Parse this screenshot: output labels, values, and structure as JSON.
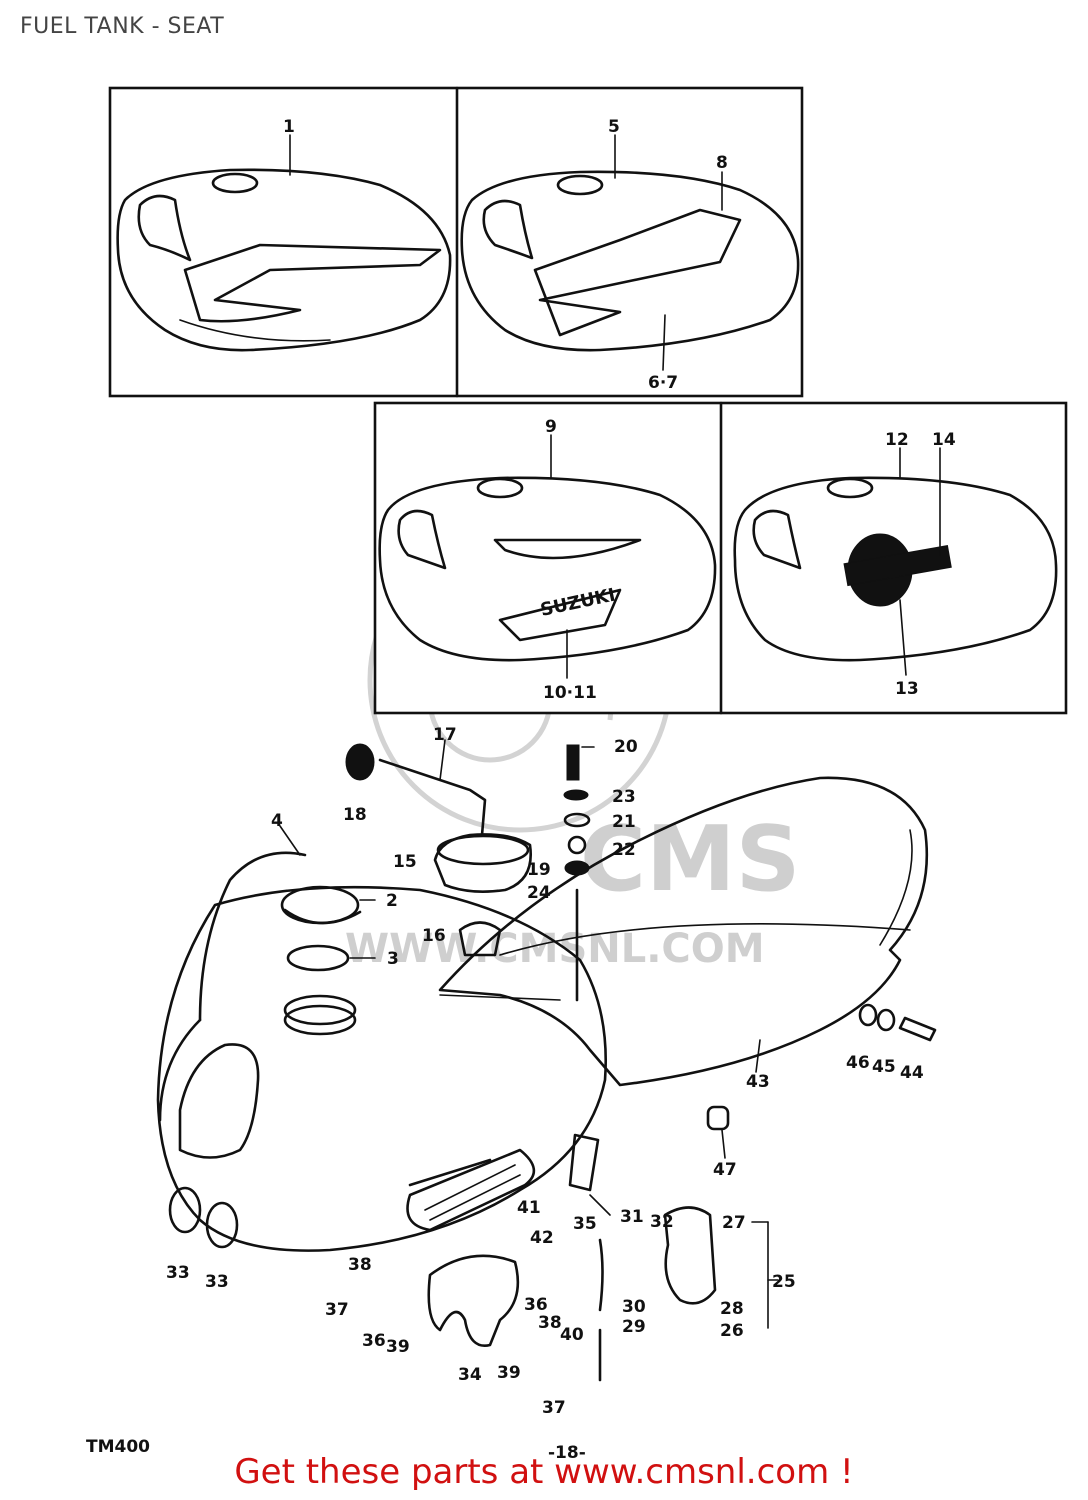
{
  "header": {
    "title": "FUEL TANK - SEAT"
  },
  "watermark": {
    "text": "WWW.CMSNL.COM",
    "brand": "CMS"
  },
  "footer": {
    "model_code": "TM400",
    "page_number": "-18-",
    "promo": "Get these parts at www.cmsnl.com !"
  },
  "callouts": [
    {
      "id": "c1",
      "label": "1"
    },
    {
      "id": "c5",
      "label": "5"
    },
    {
      "id": "c8",
      "label": "8"
    },
    {
      "id": "c67",
      "label": "6·7"
    },
    {
      "id": "c9",
      "label": "9"
    },
    {
      "id": "c1011",
      "label": "10·11"
    },
    {
      "id": "c12",
      "label": "12"
    },
    {
      "id": "c14",
      "label": "14"
    },
    {
      "id": "c13",
      "label": "13"
    },
    {
      "id": "c17",
      "label": "17"
    },
    {
      "id": "c18",
      "label": "18"
    },
    {
      "id": "c20",
      "label": "20"
    },
    {
      "id": "c23",
      "label": "23"
    },
    {
      "id": "c21",
      "label": "21"
    },
    {
      "id": "c22",
      "label": "22"
    },
    {
      "id": "c19",
      "label": "19"
    },
    {
      "id": "c24",
      "label": "24"
    },
    {
      "id": "c4",
      "label": "4"
    },
    {
      "id": "c15",
      "label": "15"
    },
    {
      "id": "c2",
      "label": "2"
    },
    {
      "id": "c16",
      "label": "16"
    },
    {
      "id": "c3",
      "label": "3"
    },
    {
      "id": "c43",
      "label": "43"
    },
    {
      "id": "c46",
      "label": "46"
    },
    {
      "id": "c45",
      "label": "45"
    },
    {
      "id": "c44",
      "label": "44"
    },
    {
      "id": "c47",
      "label": "47"
    },
    {
      "id": "c41",
      "label": "41"
    },
    {
      "id": "c42",
      "label": "42"
    },
    {
      "id": "c35",
      "label": "35"
    },
    {
      "id": "c31",
      "label": "31"
    },
    {
      "id": "c32",
      "label": "32"
    },
    {
      "id": "c27",
      "label": "27"
    },
    {
      "id": "c25",
      "label": "25"
    },
    {
      "id": "c28",
      "label": "28"
    },
    {
      "id": "c26",
      "label": "26"
    },
    {
      "id": "c30",
      "label": "30"
    },
    {
      "id": "c29",
      "label": "29"
    },
    {
      "id": "c33a",
      "label": "33"
    },
    {
      "id": "c33b",
      "label": "33"
    },
    {
      "id": "c38",
      "label": "38"
    },
    {
      "id": "c37a",
      "label": "37"
    },
    {
      "id": "c36a",
      "label": "36"
    },
    {
      "id": "c39a",
      "label": "39"
    },
    {
      "id": "c34",
      "label": "34"
    },
    {
      "id": "c36b",
      "label": "36"
    },
    {
      "id": "c38b",
      "label": "38"
    },
    {
      "id": "c40",
      "label": "40"
    },
    {
      "id": "c39b",
      "label": "39"
    },
    {
      "id": "c37b",
      "label": "37"
    }
  ]
}
